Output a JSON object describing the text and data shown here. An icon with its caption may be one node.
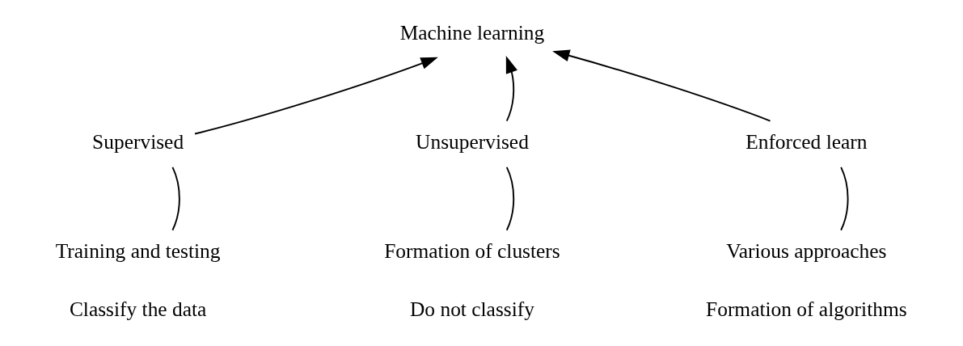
{
  "diagram": {
    "nodes": [
      {
        "text": [
          "Machine learning"
        ]
      },
      {
        "text": [
          "Supervised"
        ]
      },
      {
        "text": [
          "Unsupervised"
        ]
      },
      {
        "text": [
          "Enforced learn"
        ]
      },
      {
        "text": [
          "Training and testing"
        ],
        "beside": [
          "Classify the data"
        ]
      },
      {
        "text": [
          "Formation of clusters"
        ],
        "beside": [
          "Do not classify"
        ]
      },
      {
        "text": [
          "Various approaches"
        ],
        "beside": [
          "Formation of algorithms"
        ]
      }
    ],
    "edges": [
      {
        "from": 1,
        "to": 0,
        "arrow": "to"
      },
      {
        "from": 2,
        "to": 0,
        "arrow": "to"
      },
      {
        "from": 3,
        "to": 0,
        "arrow": "to"
      },
      {
        "from": 1,
        "to": 4,
        "arrow": "none"
      },
      {
        "from": 2,
        "to": 5,
        "arrow": "none"
      },
      {
        "from": 3,
        "to": 6,
        "arrow": "none"
      }
    ]
  }
}
